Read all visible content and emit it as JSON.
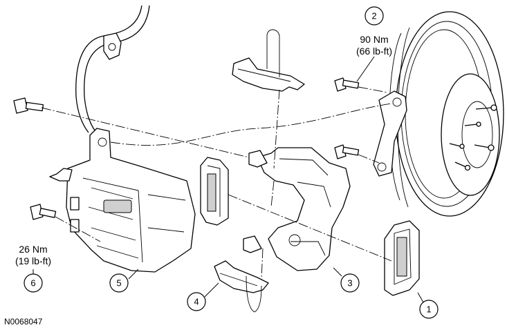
{
  "figure_id": "N0068047",
  "callouts": [
    {
      "number": "1"
    },
    {
      "number": "2"
    },
    {
      "number": "3"
    },
    {
      "number": "4"
    },
    {
      "number": "5"
    },
    {
      "number": "6"
    }
  ],
  "torque_specs": {
    "rotor_bolt": {
      "metric": "90 Nm",
      "imperial": "(66 lb-ft)"
    },
    "caliper_bolt": {
      "metric": "26 Nm",
      "imperial": "(19 lb-ft)"
    }
  }
}
